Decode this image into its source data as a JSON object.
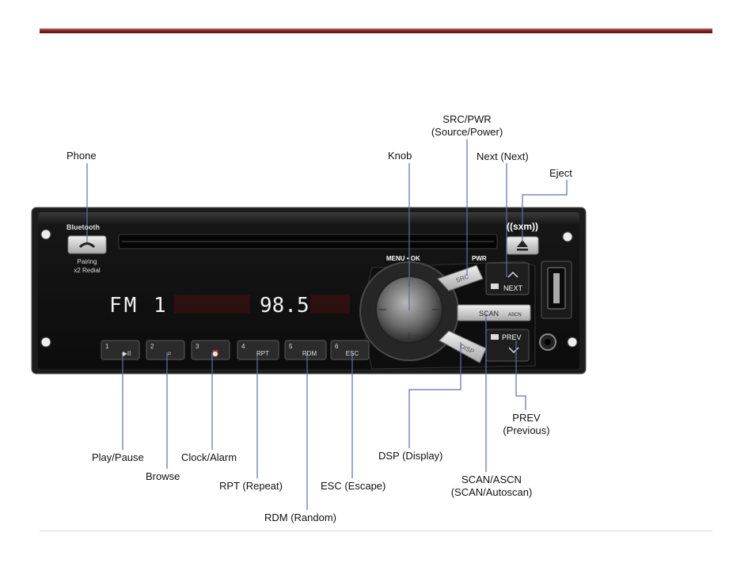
{
  "labels": {
    "phone": "Phone",
    "knob": "Knob",
    "src_pwr_1": "SRC/PWR",
    "src_pwr_2": "(Source/Power)",
    "next": "Next (Next)",
    "eject": "Eject",
    "prev_1": "PREV",
    "prev_2": "(Previous)",
    "play_pause": "Play/Pause",
    "browse": "Browse",
    "clock_alarm": "Clock/Alarm",
    "rpt": "RPT (Repeat)",
    "rdm": "RDM (Random)",
    "esc": "ESC (Escape)",
    "dsp": "DSP (Display)",
    "scan_1": "SCAN/ASCN",
    "scan_2": "(SCAN/Autoscan)"
  },
  "radio": {
    "bluetooth": "Bluetooth",
    "pairing": "Pairing",
    "redial": "x2 Redial",
    "sxm": "((sxm))",
    "menu_ok": "MENU • OK",
    "pwr": "PWR",
    "src": "SRC",
    "scan": "SCAN",
    "ascn": "ASCN",
    "disp": "DISP",
    "next": "NEXT",
    "prev": "PREV",
    "band": "FM 1",
    "freq": "98.5",
    "presets": [
      {
        "num": "1",
        "label": "▶II"
      },
      {
        "num": "2",
        "label": "⌕"
      },
      {
        "num": "3",
        "label": "⏰"
      },
      {
        "num": "4",
        "label": "RPT"
      },
      {
        "num": "5",
        "label": "RDM"
      },
      {
        "num": "6",
        "label": "ESC"
      }
    ]
  }
}
